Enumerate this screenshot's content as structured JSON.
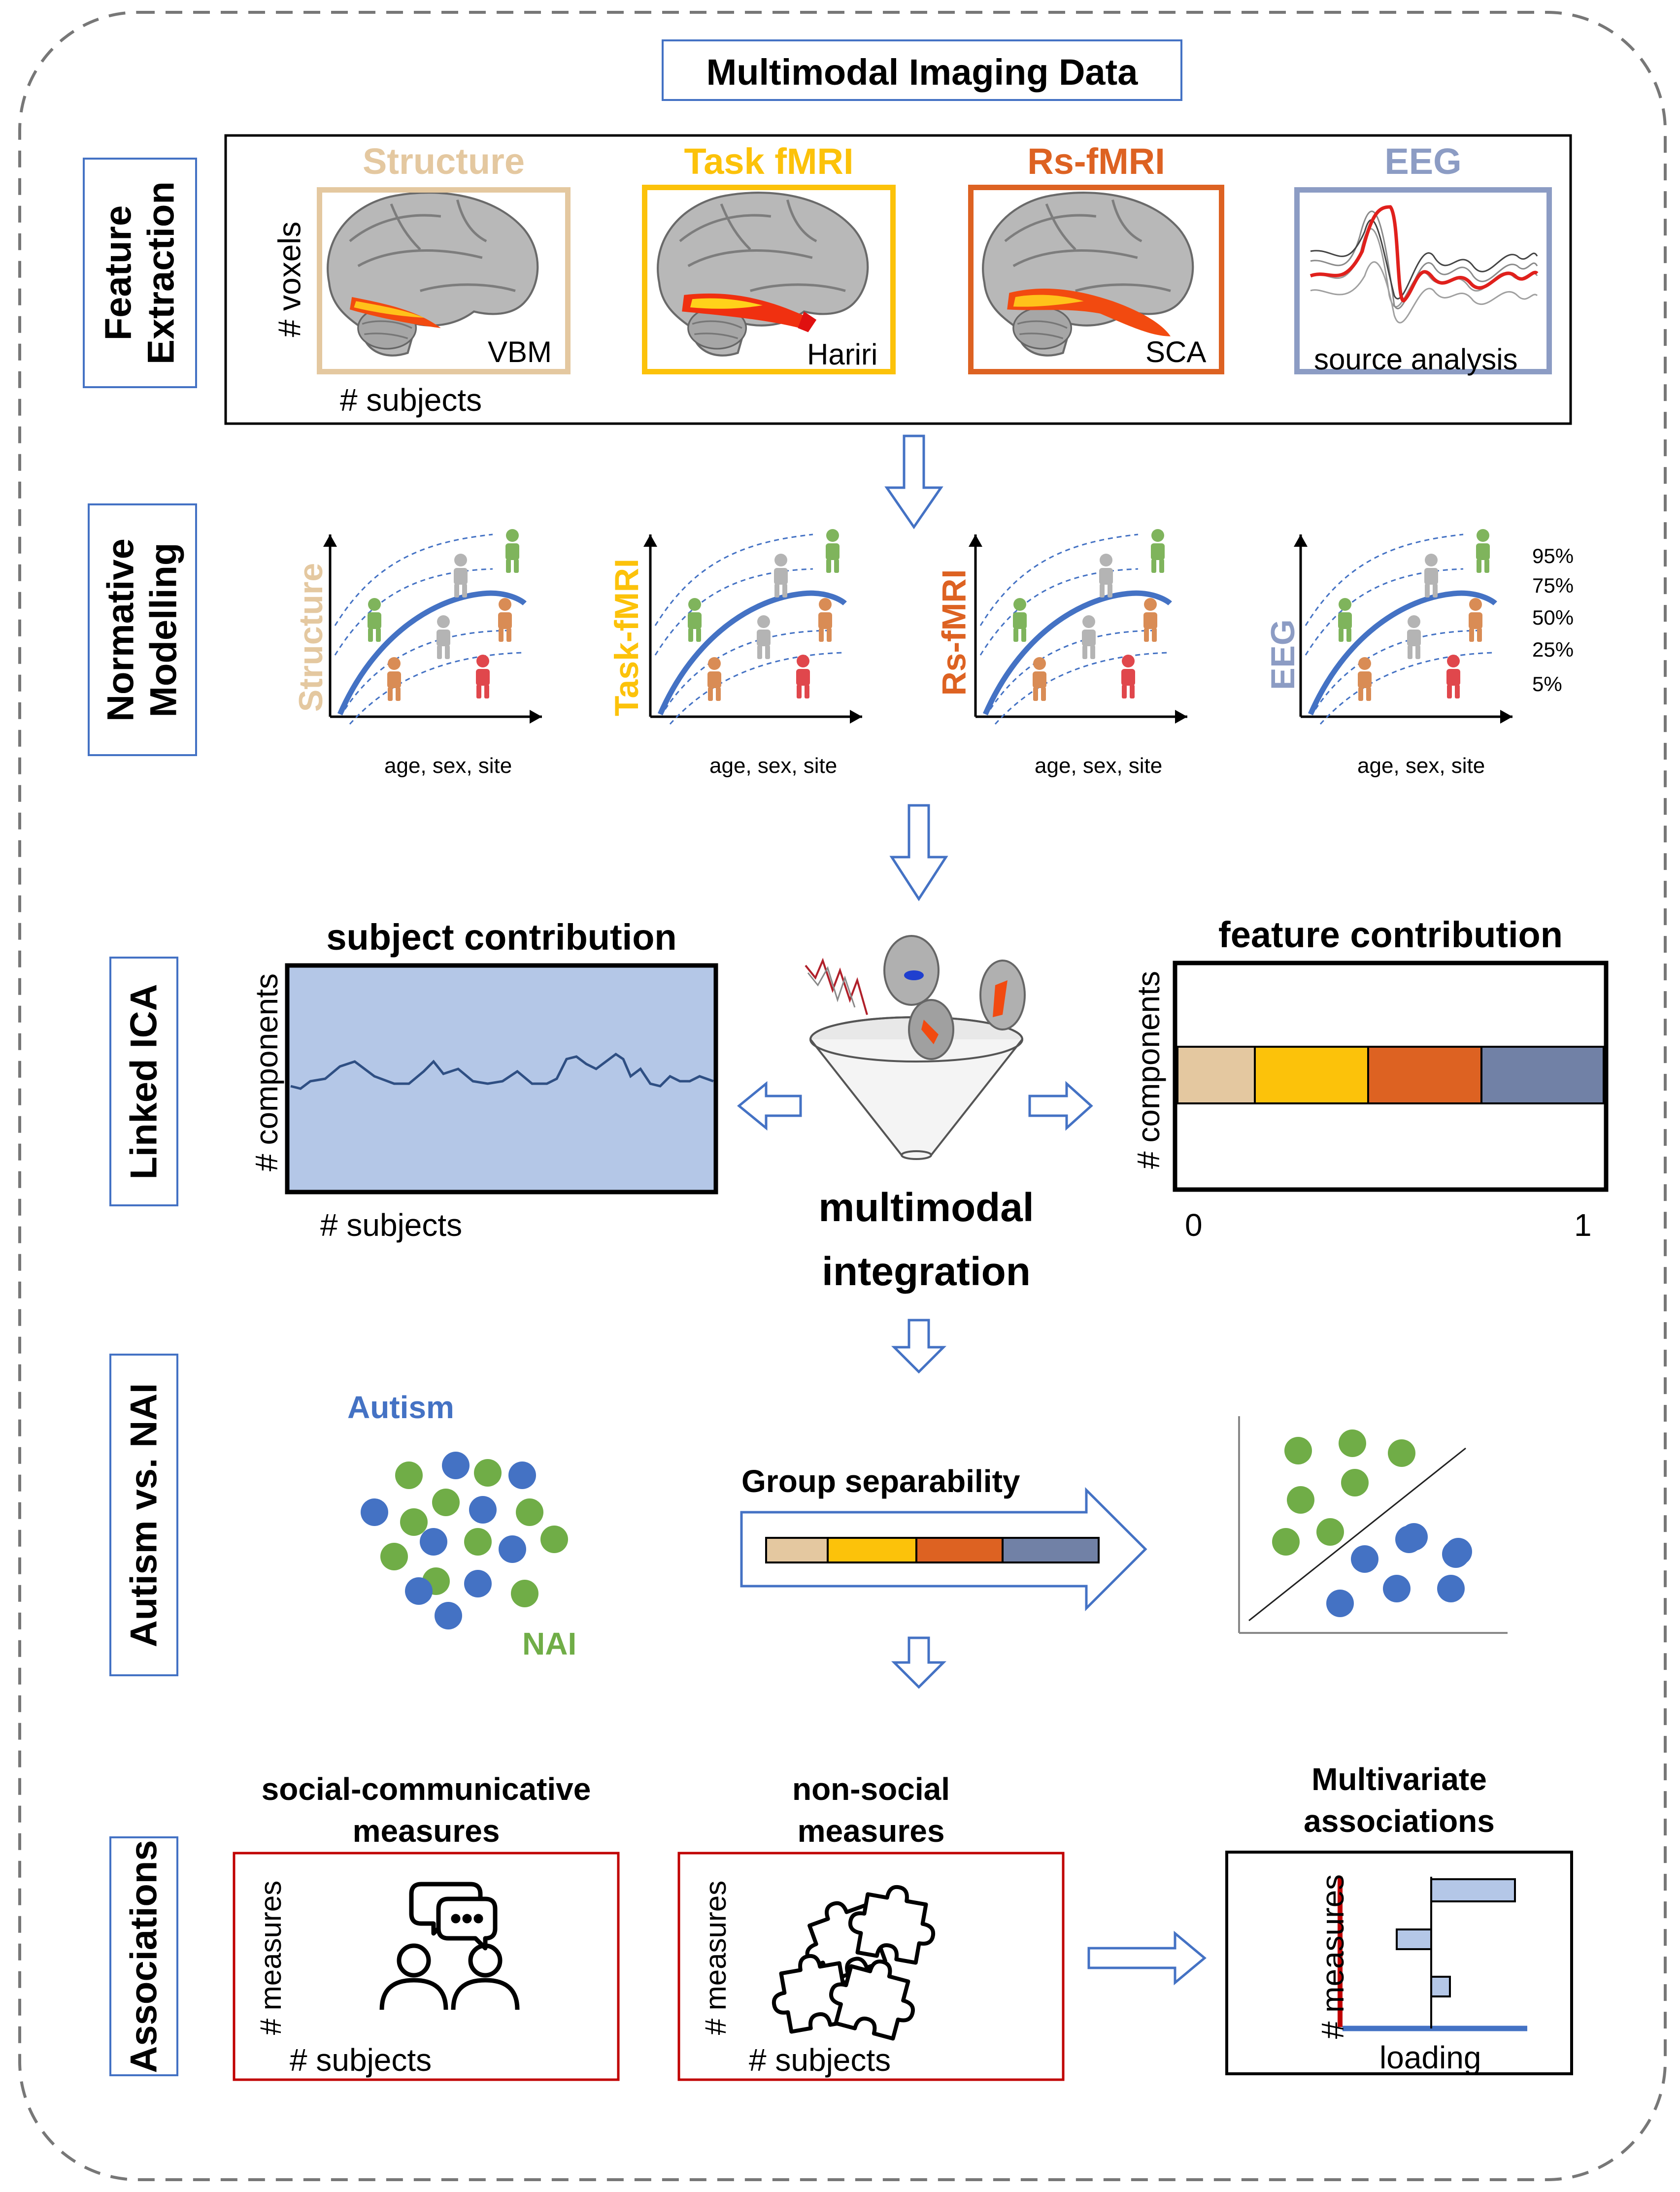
{
  "title": "Multimodal Imaging Data",
  "steps": {
    "feature_extraction": "Feature\nExtraction",
    "normative_modelling": "Normative\nModelling",
    "linked_ica": "Linked ICA",
    "autism_vs_nai": "Autism vs. NAI",
    "associations": "Associations"
  },
  "modalities": [
    {
      "name": "Structure",
      "color": "#e4c8a0",
      "method": "VBM"
    },
    {
      "name": "Task fMRI",
      "color": "#fcc20a",
      "method": "Hariri"
    },
    {
      "name": "Rs-fMRI",
      "color": "#dd6222",
      "method": "SCA"
    },
    {
      "name": "EEG",
      "color": "#8c9cc4",
      "method": "source analysis"
    }
  ],
  "feature_axes": {
    "y": "# voxels",
    "x": "# subjects"
  },
  "normative": {
    "panels": [
      {
        "label": "Structure",
        "color": "#e4c8a0"
      },
      {
        "label": "Task-fMRI",
        "color": "#fcc20a"
      },
      {
        "label": "Rs-fMRI",
        "color": "#dd6222"
      },
      {
        "label": "EEG",
        "color": "#8c9cc4"
      }
    ],
    "xlabel": "age, sex, site",
    "percentiles": [
      "95%",
      "75%",
      "50%",
      "25%",
      "5%"
    ]
  },
  "linked_ica": {
    "subject_title": "subject contribution",
    "subject_ylabel": "# components",
    "subject_xlabel": "# subjects",
    "center_label_1": "multimodal",
    "center_label_2": "integration",
    "feature_title": "feature contribution",
    "feature_ylabel": "# components",
    "feature_x0": "0",
    "feature_x1": "1"
  },
  "autism": {
    "autism_label": "Autism",
    "nai_label": "NAI",
    "separability": "Group separability",
    "autism_color": "#4472c4",
    "nai_color": "#70ad47"
  },
  "associations": {
    "social_title_1": "social-communicative",
    "social_title_2": "measures",
    "nonsocial_title_1": "non-social",
    "nonsocial_title_2": "measures",
    "multi_title_1": "Multivariate",
    "multi_title_2": "associations",
    "ylabel": "# measures",
    "xlabel": "# subjects",
    "loading": "loading"
  }
}
